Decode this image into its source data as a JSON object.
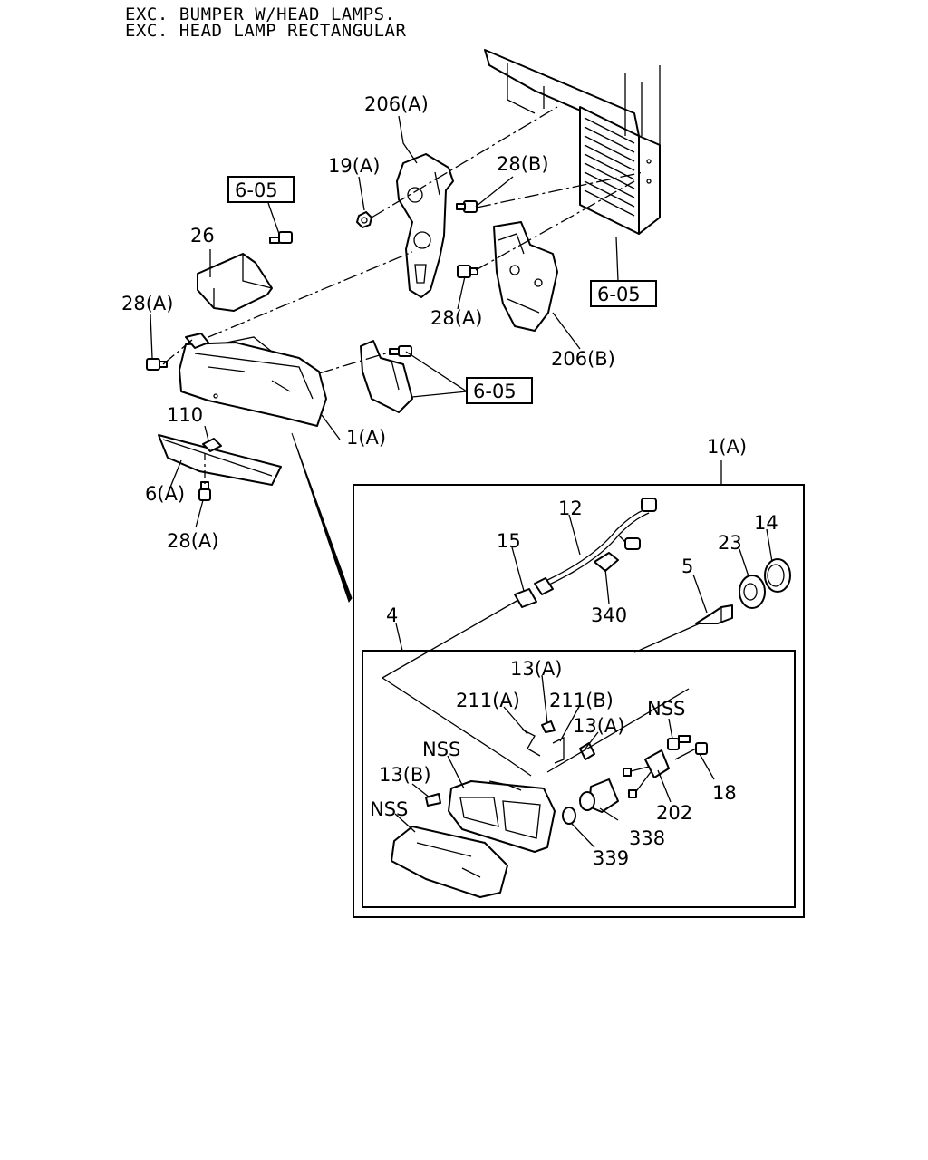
{
  "header": {
    "line1": "EXC. BUMPER W/HEAD LAMPS.",
    "line2": "EXC. HEAD LAMP RECTANGULAR"
  },
  "refs": {
    "ref_a": "6-05",
    "ref_b": "6-05",
    "ref_c": "6-05"
  },
  "labels": {
    "p206a": "206(A)",
    "p19a": "19(A)",
    "p28b": "28(B)",
    "p26": "26",
    "p28a_top": "28(A)",
    "p28a_mid": "28(A)",
    "p206b": "206(B)",
    "p110": "110",
    "p1a": "1(A)",
    "p6a": "6(A)",
    "p28a_bottom": "28(A)",
    "detail_title": "1(A)",
    "p12": "12",
    "p15": "15",
    "p340": "340",
    "p14": "14",
    "p23": "23",
    "p5": "5",
    "p4": "4",
    "p13a_1": "13(A)",
    "p211a": "211(A)",
    "p211b": "211(B)",
    "p13a_2": "13(A)",
    "nss_1": "NSS",
    "nss_2": "NSS",
    "nss_3": "NSS",
    "p13b": "13(B)",
    "p18": "18",
    "p202": "202",
    "p338": "338",
    "p339": "339"
  }
}
